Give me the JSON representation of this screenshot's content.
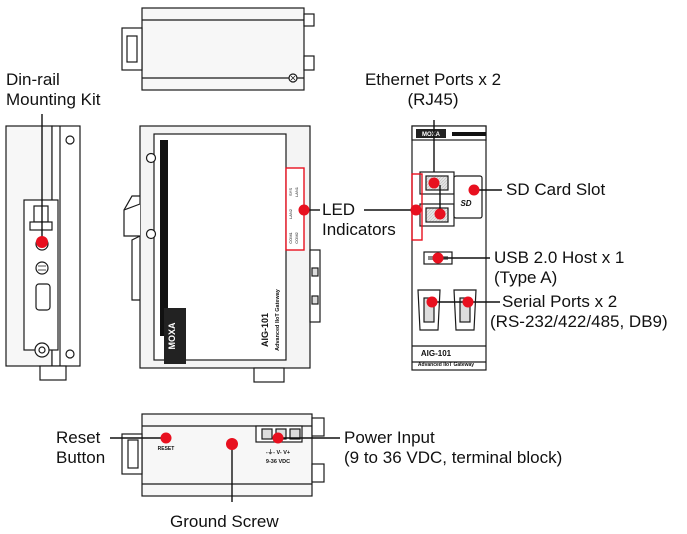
{
  "labels": {
    "din_rail": [
      "Din-rail",
      "Mounting Kit"
    ],
    "ethernet": [
      "Ethernet Ports x 2",
      "(RJ45)"
    ],
    "led": [
      "LED",
      "Indicators"
    ],
    "sd_card": "SD Card Slot",
    "usb": [
      "USB 2.0 Host x 1",
      "(Type A)"
    ],
    "serial": [
      "Serial Ports x 2",
      "(RS-232/422/485, DB9)"
    ],
    "reset": [
      "Reset",
      "Button"
    ],
    "power": [
      "Power Input",
      "(9 to 36 VDC, terminal block)"
    ],
    "ground": "Ground Screw"
  },
  "device": {
    "brand": "MOXA",
    "model": "AIG-101",
    "model_subtitle": "Advanced IIoT Gateway",
    "sd_mark": "SD",
    "reset_mark": "RESET",
    "power_terminal": "-⏚- V- V+",
    "power_rating": "9-36 VDC",
    "led_labels": [
      "SYS",
      "LAN1",
      "LAN2",
      "COM1",
      "COM2"
    ]
  },
  "colors": {
    "callout": "#e8101f",
    "outline": "#1a1a1a",
    "fill": "#f2f2f2"
  }
}
